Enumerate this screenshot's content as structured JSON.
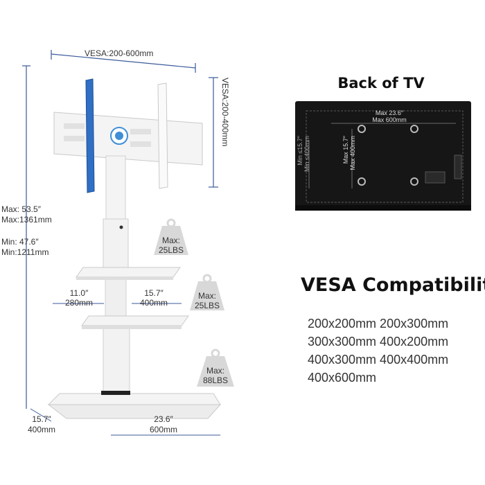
{
  "stand": {
    "vesa_width_label": "VESA:200-600mm",
    "vesa_height_label": "VESA:200-400mm",
    "max_height_in": "Max: 53.5″",
    "max_height_mm": "Max:1361mm",
    "min_height_in": "Min:  47.6″",
    "min_height_mm": "Min:1211mm",
    "shelf_depth_in": "11.0″",
    "shelf_depth_mm": "280mm",
    "shelf_width_in": "15.7″",
    "shelf_width_mm": "400mm",
    "base_depth_in": "15.7″",
    "base_depth_mm": "400mm",
    "base_width_in": "23.6″",
    "base_width_mm": "600mm",
    "mount_weight_top": "Max:",
    "mount_weight_bottom": "25LBS",
    "shelf_weight_top": "Max:",
    "shelf_weight_bottom": "25LBS",
    "base_weight_top": "Max:",
    "base_weight_bottom": "88LBS"
  },
  "tv_back": {
    "title": "Back of  TV",
    "max_w_in": "Max 23.6″",
    "max_w_mm": "Max 600mm",
    "max_h_in": "Max 15.7″",
    "max_h_mm": "Max 400mm",
    "min_in": "Min ≤15.7″",
    "min_mm": "Min ≤400mm"
  },
  "compat": {
    "title": "VESA Compatibility",
    "lines": [
      "200x200mm 200x300mm",
      "300x300mm 400x200mm",
      "400x300mm 400x400mm",
      "400x600mm"
    ]
  },
  "colors": {
    "bracket_blue": "#2f6fc4",
    "stand_white": "#f4f4f4",
    "tv_black": "#161616",
    "dim_line": "#3a5a9a"
  }
}
